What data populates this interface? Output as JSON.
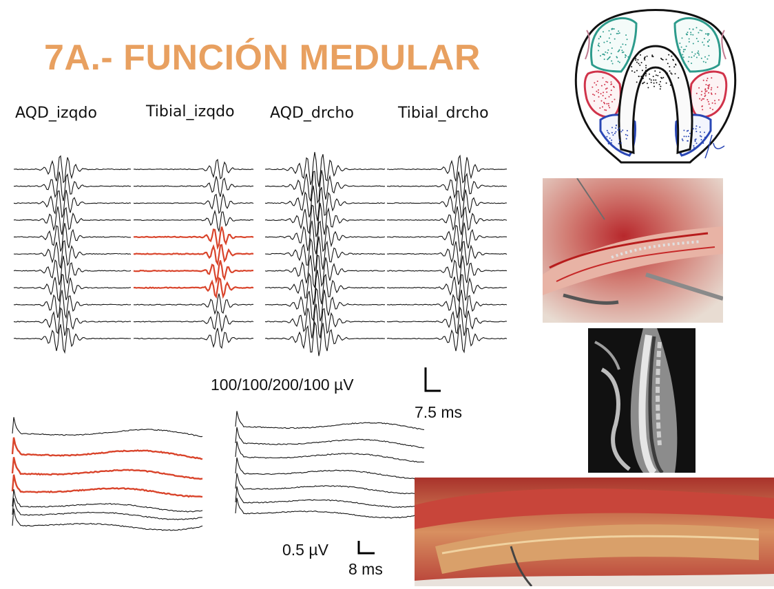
{
  "slide": {
    "title": "7A.- FUNCIÓN MEDULAR",
    "title_color": "#E8A060",
    "highlight_color": "#D9442B"
  },
  "channels": [
    {
      "label": "AQD_izqdo"
    },
    {
      "label": "Tibial_izqdo"
    },
    {
      "label": "AQD_drcho"
    },
    {
      "label": "Tibial_drcho"
    }
  ],
  "scales": {
    "upper_amplitude": "100/100/200/100 µV",
    "upper_time": "7.5 ms",
    "lower_amplitude": "0.5 µV",
    "lower_time": "8 ms"
  },
  "highlighted_traces": {
    "tibial_izqdo_rows": [
      4,
      5,
      6,
      7
    ],
    "lower_left_rows": [
      1,
      2,
      3
    ]
  }
}
